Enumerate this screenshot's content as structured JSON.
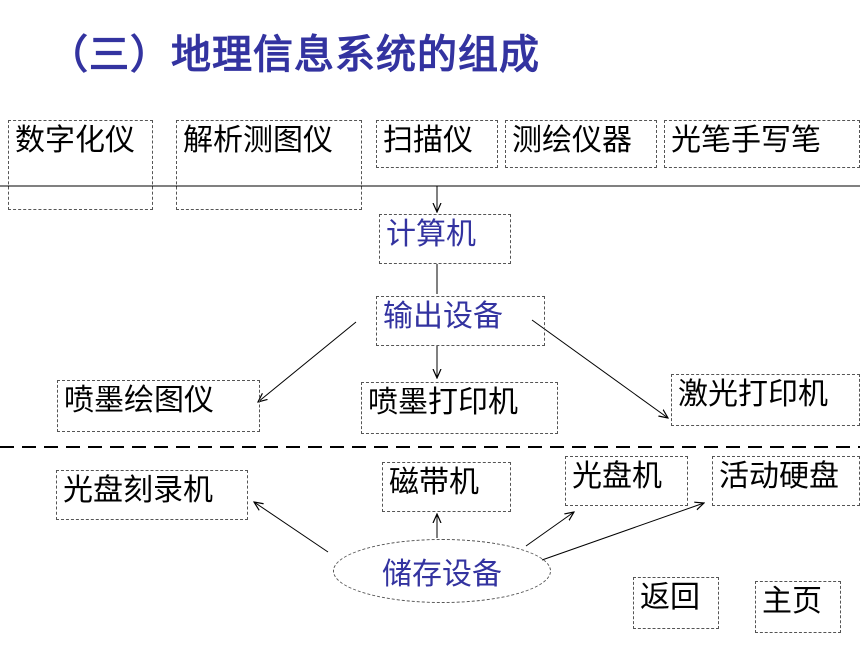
{
  "title": "（三）地理信息系统的组成",
  "inputs": [
    "数字化仪",
    "解析测图仪",
    "扫描仪",
    "测绘仪器",
    "光笔手写笔"
  ],
  "computer": "计算机",
  "output_device": "输出设备",
  "outputs": [
    "喷墨绘图仪",
    "喷墨打印机",
    "激光打印机"
  ],
  "storage_device": "储存设备",
  "storage": [
    "光盘刻录机",
    "磁带机",
    "光盘机",
    "活动硬盘"
  ],
  "nav": {
    "back": "返回",
    "home": "主页"
  }
}
